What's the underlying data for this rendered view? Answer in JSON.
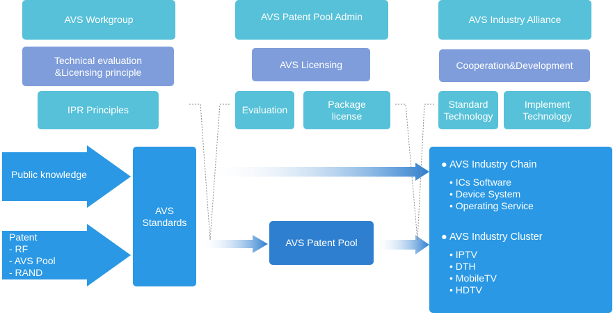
{
  "top_row": {
    "workgroup": "AVS Workgroup",
    "patent_pool_admin": "AVS Patent Pool Admin",
    "industry_alliance": "AVS Industry Alliance"
  },
  "second_row": {
    "tech_eval": "Technical evaluation\n&Licensing principle",
    "licensing": "AVS Licensing",
    "coop_dev": "Cooperation&Development"
  },
  "third_row": {
    "ipr": "IPR Principles",
    "evaluation": "Evaluation",
    "package_license": "Package\nlicense",
    "standard_tech": "Standard\nTechnology",
    "implement_tech": "Implement\nTechnology"
  },
  "inputs": {
    "public_knowledge": "Public knowledge",
    "patent": "Patent\n - RF\n - AVS Pool\n - RAND"
  },
  "standards": "AVS\nStandards",
  "patent_pool": "AVS Patent Pool",
  "industry": {
    "chain_title": "● AVS Industry Chain",
    "chain_items": [
      "• ICs Software",
      "• Device System",
      "• Operating Service"
    ],
    "cluster_title": "● AVS Industry Cluster",
    "cluster_items": [
      "• IPTV",
      "• DTH",
      "• MobileTV",
      "• HDTV"
    ]
  },
  "colors": {
    "teal": "#56c1d8",
    "purple": "#7f9ddb",
    "blue": "#2a98e4",
    "dark_blue": "#2e7fcf"
  }
}
